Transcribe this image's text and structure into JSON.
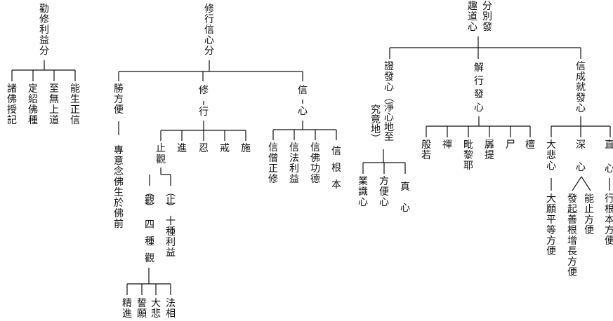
{
  "nodes": {
    "quanxiu": "勸\n修\n利\n益\n分",
    "zhuFo": "諸\n佛\n授\n記",
    "dingShao": "定\n紹\n佛\n種",
    "zhiWuShang": "至\n無\n上\n道",
    "nengSheng": "能\n生\n正\n信",
    "xiuxing": "修\n行\n信\n心\n分",
    "shengFangBian": "勝\n方\n便",
    "zhuanYi": "專\n意\n念\n佛\n生\n於\n佛\n前",
    "xiuXing_xiu": "修",
    "xiuXing_xing": "行",
    "zhiGuan_a": "止",
    "zhiGuan_b": "觀",
    "jin": "進",
    "ren": "忍",
    "jie": "戒",
    "shi": "施",
    "zhiParen": "︵\n止\n︶",
    "shiZhong": "十\n種\n利\n益",
    "guanParen": "︵\n觀\n︶",
    "siZhongGuan": "四\n種\n觀",
    "jingJin": "精\n進",
    "shiYuan": "誓\n願",
    "daBei": "大\n悲",
    "faXiang": "法\n相",
    "xin_a": "信",
    "xin_b": "心",
    "xinSeng": "信\n僧\n正\n修",
    "xinFa": "信\n法\n利\n益",
    "xinFo": "信\n佛\n功\n德",
    "xinGen": "信\n根\n本",
    "quDao": "趣\n道\n心",
    "fenBie": "分\n別\n發",
    "zhengFaXin": "證\n發\n心",
    "jingXinDi": "︵\n淨\n心\n地\n至",
    "jiuJingDi": "究\n竟\n地\n︶",
    "yeShi": "業\n識\n心",
    "fangBianXin": "方\n便\n心",
    "zhenXin": "真\n心",
    "jieXing": "解\n行\n發\n心",
    "boRuo": "般\n若",
    "chan": "禪",
    "piLiYe": "毗\n黎\n耶",
    "xianTi": "羼\n提",
    "shiSeat": "尸",
    "tan": "檀",
    "xinCheng": "信\n成\n就\n發\n心",
    "daBeiXin": "大\n悲\n心",
    "daYuan": "大\n願\n平\n等\n方\n便",
    "shen": "深",
    "shenXin": "心",
    "nengZhi": "能\n止\n方\n便",
    "faQi": "發\n起\n善\n根\n增\n長\n方\n便",
    "zhi": "直",
    "zhiXin": "心",
    "xingGen": "行\n根\n本\n方\n便"
  }
}
